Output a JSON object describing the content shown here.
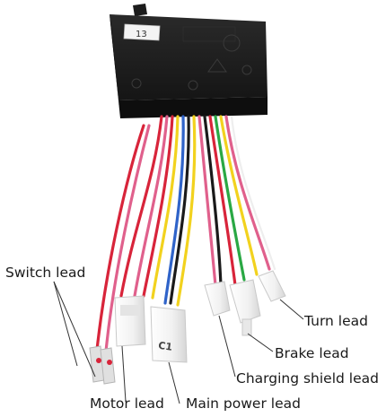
{
  "controller": {
    "sticker_text": "13",
    "body_color": "#1e1e1e",
    "connector_color": "#f2f2f2"
  },
  "connector_mark": "C1",
  "labels": {
    "switch_lead": "Switch lead",
    "turn_lead": "Turn lead",
    "brake_lead": "Brake lead",
    "charging_shield_lead": "Charging shield lead",
    "motor_lead": "Motor lead",
    "main_power_lead": "Main power lead"
  },
  "wire_colors": {
    "red": "#d8243a",
    "pink": "#e0608c",
    "yellow": "#f2d21e",
    "blue": "#2f63c9",
    "black": "#1a1a1a",
    "green": "#2aa844",
    "white": "#eeeeee"
  }
}
